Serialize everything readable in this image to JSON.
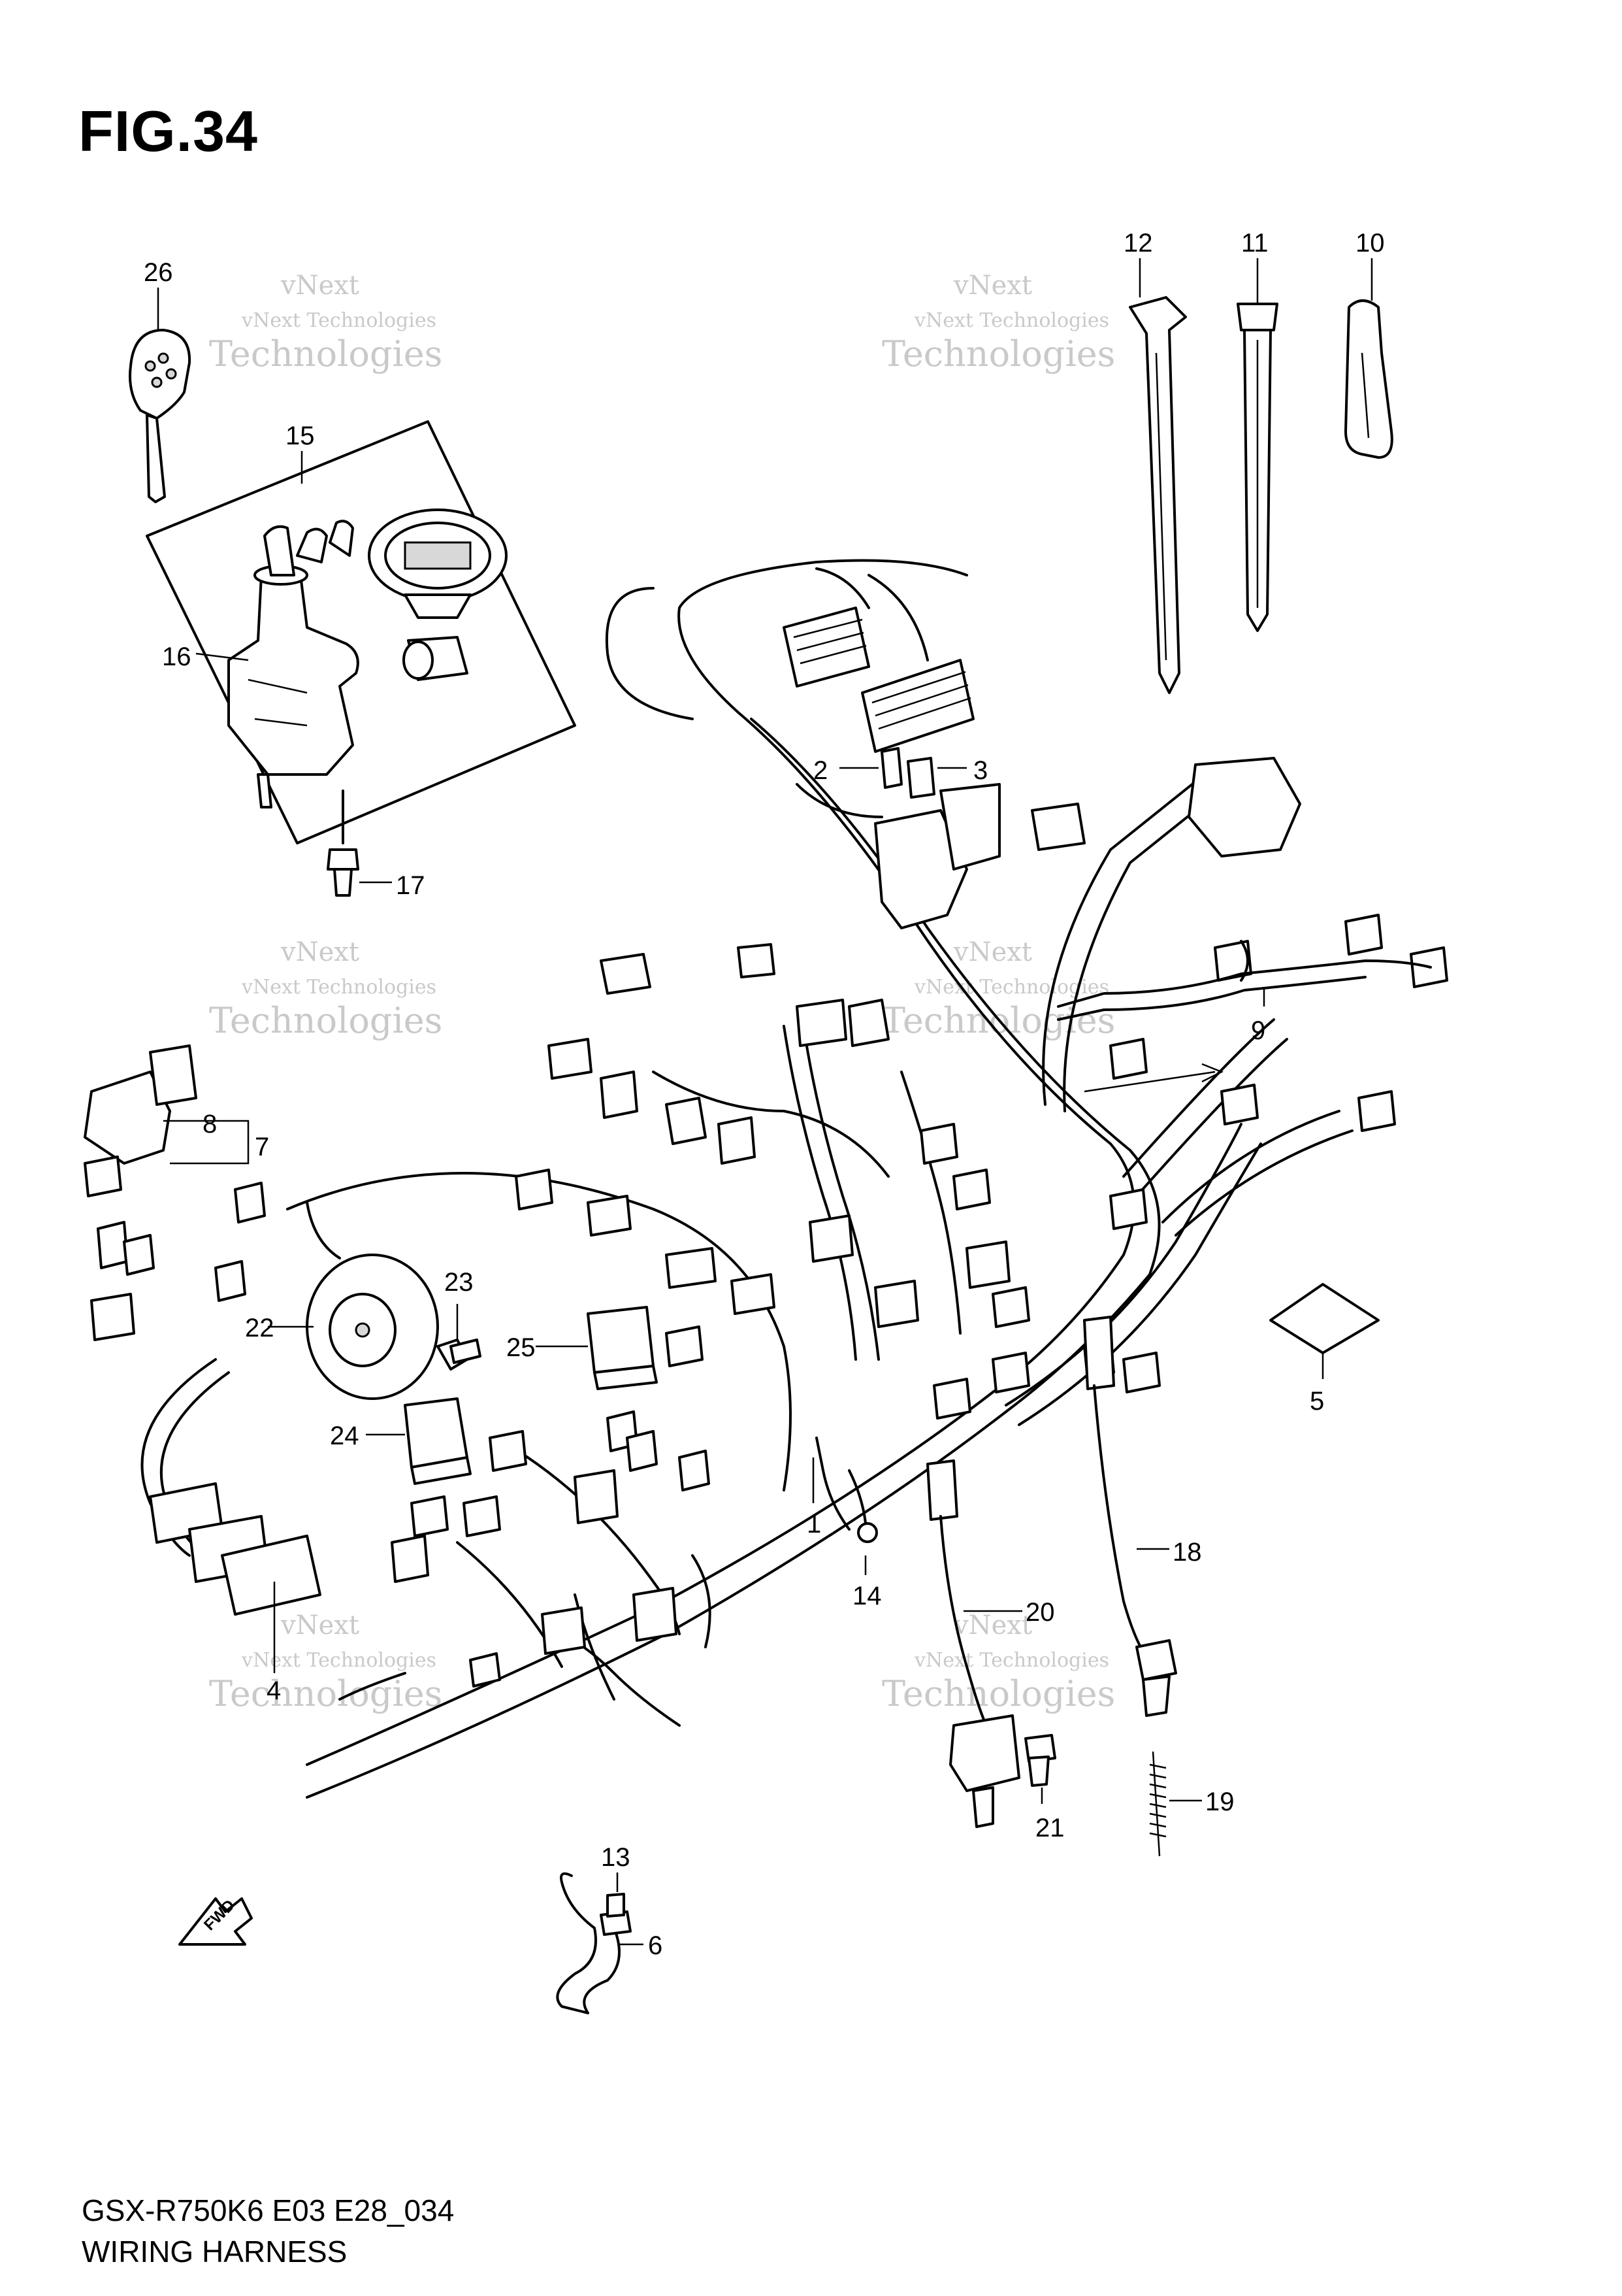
{
  "figure": {
    "title": "FIG.34"
  },
  "footer": {
    "model_code": "GSX-R750K6 E03 E28_034",
    "section_name": "WIRING HARNESS"
  },
  "watermark": {
    "line1": "vNext",
    "line2": "vNext Technologies",
    "line3": "Technologies"
  },
  "fwd_label": "FWD",
  "callouts": [
    "1",
    "2",
    "3",
    "4",
    "5",
    "6",
    "7",
    "8",
    "9",
    "10",
    "11",
    "12",
    "13",
    "14",
    "15",
    "16",
    "17",
    "18",
    "19",
    "20",
    "21",
    "22",
    "23",
    "24",
    "25",
    "26"
  ]
}
